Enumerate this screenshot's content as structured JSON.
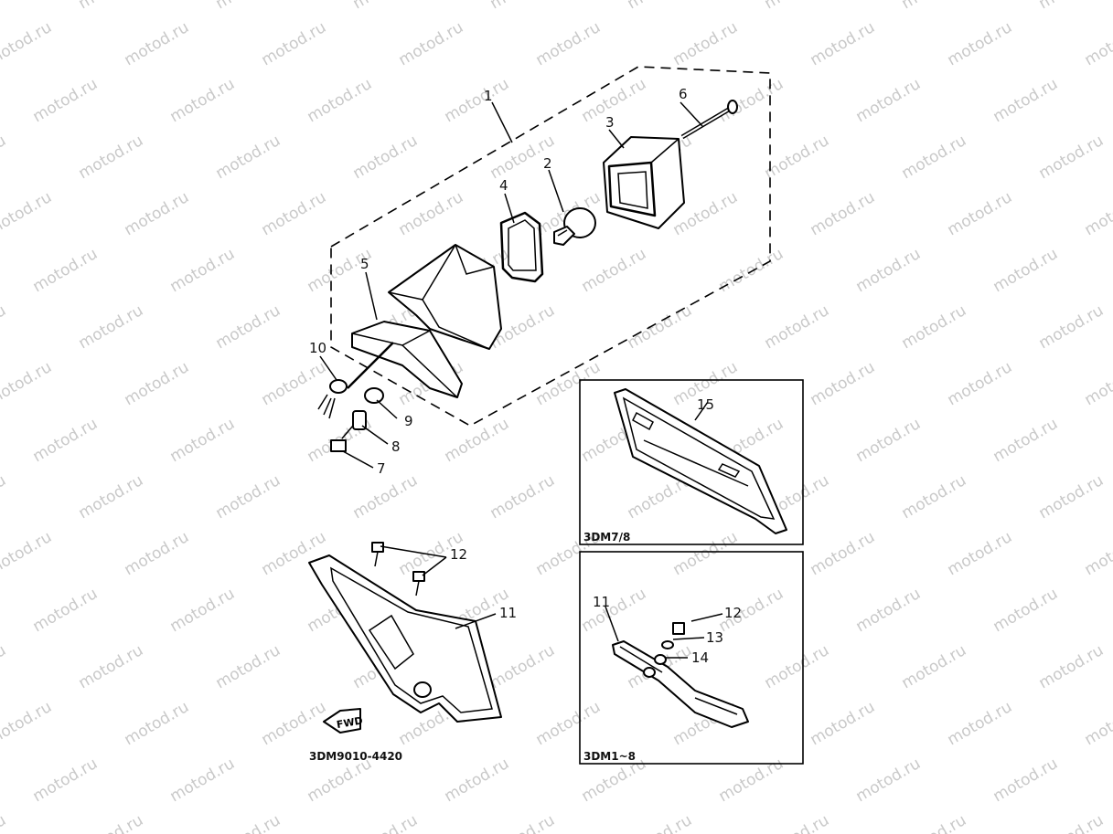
{
  "watermark": "motod.ru",
  "callouts": [
    {
      "id": "c1",
      "label": "1"
    },
    {
      "id": "c2",
      "label": "2"
    },
    {
      "id": "c3",
      "label": "3"
    },
    {
      "id": "c4",
      "label": "4"
    },
    {
      "id": "c5",
      "label": "5"
    },
    {
      "id": "c6",
      "label": "6"
    },
    {
      "id": "c7",
      "label": "7"
    },
    {
      "id": "c8",
      "label": "8"
    },
    {
      "id": "c9",
      "label": "9"
    },
    {
      "id": "c10",
      "label": "10"
    },
    {
      "id": "c11a",
      "label": "11"
    },
    {
      "id": "c12a",
      "label": "12"
    },
    {
      "id": "c15",
      "label": "15"
    },
    {
      "id": "c11b",
      "label": "11"
    },
    {
      "id": "c12b",
      "label": "12"
    },
    {
      "id": "c13",
      "label": "13"
    },
    {
      "id": "c14",
      "label": "14"
    }
  ],
  "inset_top": {
    "model_code": "3DM7/8"
  },
  "inset_bottom": {
    "model_code": "3DM1~8"
  },
  "fwd_label": "FWD",
  "drawing_number": "3DM9010-4420"
}
